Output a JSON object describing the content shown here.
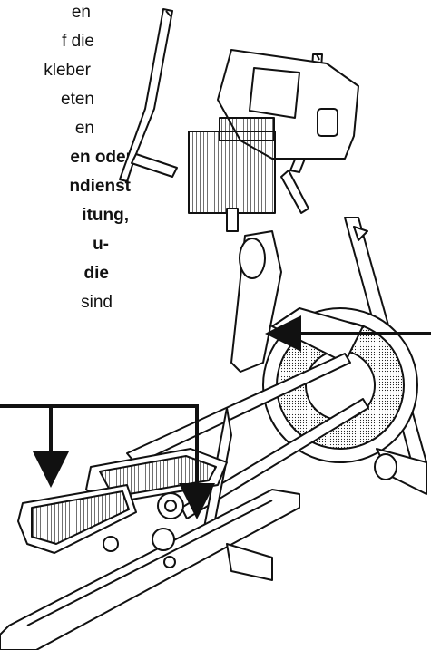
{
  "instructions": {
    "lines": [
      {
        "text": "en",
        "bold": false
      },
      {
        "text": "f die",
        "bold": false
      },
      {
        "text": "kleber",
        "bold": false
      },
      {
        "text": "eten",
        "bold": false
      },
      {
        "text": "en",
        "bold": false
      },
      {
        "text": "en oder",
        "bold": true
      },
      {
        "text": "ndienst",
        "bold": true
      },
      {
        "text": "itung,",
        "bold": true
      },
      {
        "text": "u-",
        "bold": true
      },
      {
        "text": "die",
        "bold": true
      },
      {
        "text": "sind",
        "bold": false
      }
    ]
  },
  "illustration": {
    "subject": "elliptical-trainer",
    "line_color": "#111111",
    "arrows": [
      "right-arrow",
      "left-arrow",
      "second-left-arrow"
    ]
  }
}
